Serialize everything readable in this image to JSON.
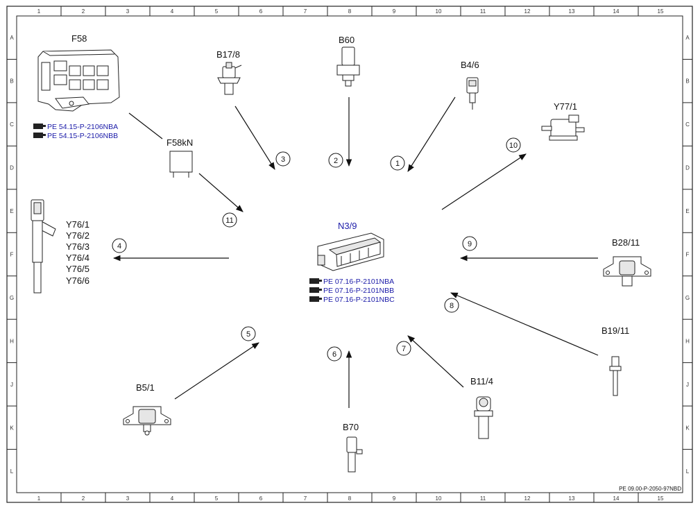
{
  "grid": {
    "columns": [
      "1",
      "2",
      "3",
      "4",
      "5",
      "6",
      "7",
      "8",
      "9",
      "10",
      "11",
      "12",
      "13",
      "14",
      "15"
    ],
    "rows": [
      "A",
      "B",
      "C",
      "D",
      "E",
      "F",
      "G",
      "H",
      "J",
      "K",
      "L"
    ]
  },
  "components": {
    "F58": "F58",
    "F58_refs": [
      "PE 54.15-P-2106NBA",
      "PE 54.15-P-2106NBB"
    ],
    "F58kN": "F58kN",
    "B17_8": "B17/8",
    "B60": "B60",
    "B4_6": "B4/6",
    "Y77_1": "Y77/1",
    "Y76": [
      "Y76/1",
      "Y76/2",
      "Y76/3",
      "Y76/4",
      "Y76/5",
      "Y76/6"
    ],
    "N3_9": "N3/9",
    "N3_9_refs": [
      "PE 07.16-P-2101NBA",
      "PE 07.16-P-2101NBB",
      "PE 07.16-P-2101NBC"
    ],
    "B28_11": "B28/11",
    "B19_11": "B19/11",
    "B11_4": "B11/4",
    "B70": "B70",
    "B5_1": "B5/1"
  },
  "connections": [
    "1",
    "2",
    "3",
    "4",
    "5",
    "6",
    "7",
    "8",
    "9",
    "10",
    "11"
  ],
  "footer": "PE 09.00-P-2050-97NBD",
  "colors": {
    "reference_link": "#1a1aa8",
    "line": "#111111"
  }
}
